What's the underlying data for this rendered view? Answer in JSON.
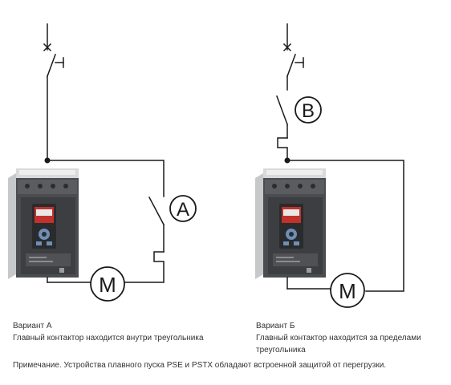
{
  "colors": {
    "wire": "#1a1a1a",
    "starter_body": "#4a4c4f",
    "starter_front": "#3a3c3f",
    "starter_side": "#b8babc",
    "display_red": "#c0322b",
    "display_blue": "#6e8fb6",
    "text": "#333333"
  },
  "variant_a": {
    "switch_label": "A",
    "motor_label": "M",
    "title": "Вариант А",
    "description": "Главный контактор находится внутри треугольника"
  },
  "variant_b": {
    "switch_label": "B",
    "motor_label": "M",
    "title": "Вариант Б",
    "description": "Главный контактор находится за пределами треугольника"
  },
  "note": "Примечание. Устройства плавного пуска PSE и PSTX обладают встроенной защитой от перегрузки."
}
